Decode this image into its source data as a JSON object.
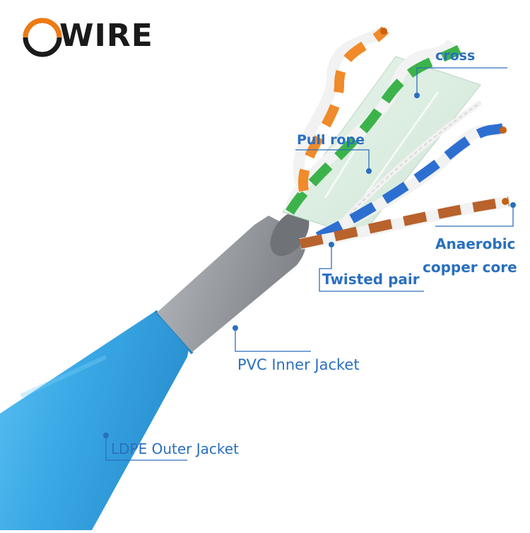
{
  "brand": {
    "logo_text": "WIRE"
  },
  "labels": {
    "cross": "cross",
    "pull_rope": "Pull rope",
    "anaerobic_line1": "Anaerobic",
    "anaerobic_line2": "copper core",
    "twisted_pair": "Twisted pair",
    "pvc_inner": "PVC Inner Jacket",
    "ldpe_outer": "LDPE Outer Jacket"
  },
  "colors": {
    "label_blue": "#2a6fbf",
    "outer_jacket": "#3aa9e6",
    "inner_jacket": "#9a9ea3",
    "logo_orange": "#f07a12",
    "logo_dark": "#1a1a1a"
  }
}
